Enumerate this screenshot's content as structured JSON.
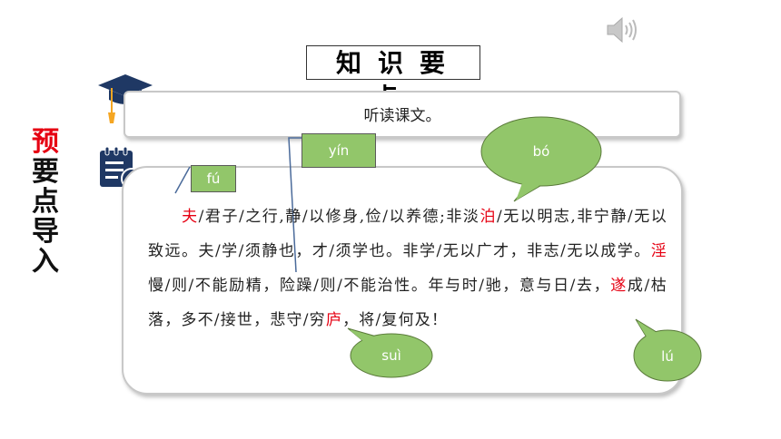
{
  "side_title": [
    "预",
    "要",
    "点",
    "导",
    "入"
  ],
  "main_title": "知识要点",
  "listen_text": "听读课文。",
  "passage": [
    {
      "t": "夫",
      "red": true
    },
    {
      "t": "/君子/之行,静/以修身,俭/以养德;非淡",
      "red": false
    },
    {
      "t": "泊",
      "red": true
    },
    {
      "t": "/无以明志,非宁静/无以致远。夫/学/须静也，才/须学也。非学/无以广才，非志/无以成学。",
      "red": false
    },
    {
      "t": "淫",
      "red": true
    },
    {
      "t": "慢/则/不能励精，险躁/则/不能治性。年与时/驰，意与日/去，",
      "red": false
    },
    {
      "t": "遂",
      "red": true
    },
    {
      "t": "成/枯落，多不/接世，悲守/穷",
      "red": false
    },
    {
      "t": "庐",
      "red": true
    },
    {
      "t": "，将/复何及！",
      "red": false
    }
  ],
  "notes": {
    "fu": "fú",
    "yin": "yín",
    "bo": "bó",
    "sui": "suì",
    "lu": "lú"
  },
  "colors": {
    "accent_red": "#e60012",
    "note_green": "#92c66a",
    "icon_navy": "#1f3864"
  }
}
